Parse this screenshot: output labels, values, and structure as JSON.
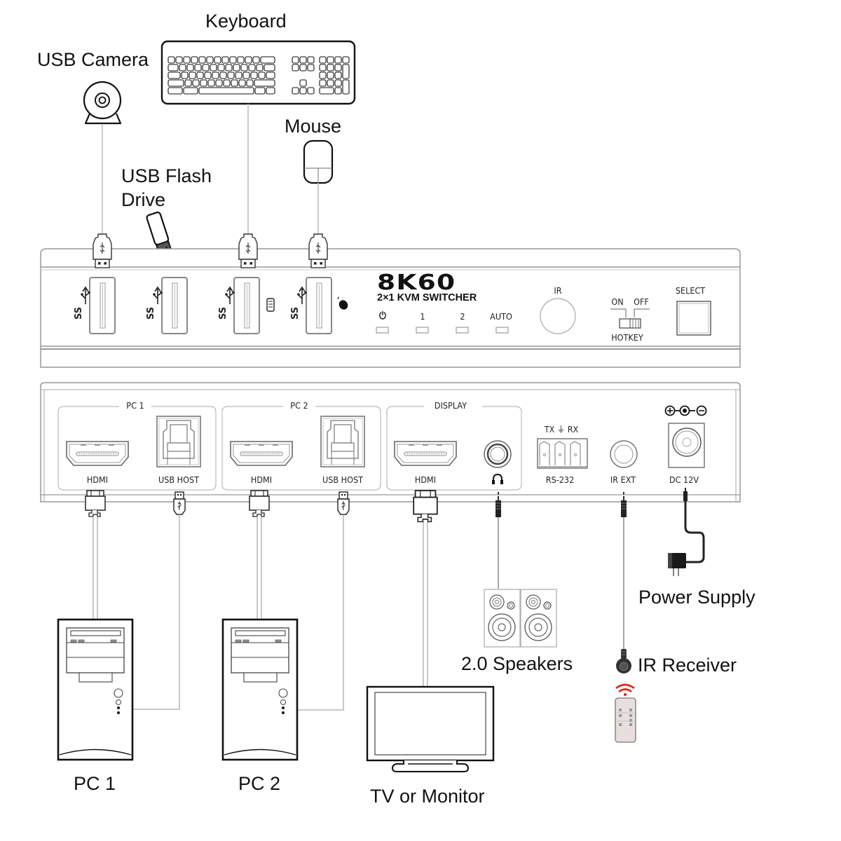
{
  "title": "8K60 2x1 KVM Switcher Connection Diagram",
  "peripherals": {
    "usb_camera": "USB Camera",
    "keyboard": "Keyboard",
    "mouse": "Mouse",
    "usb_flash_drive_line1": "USB Flash",
    "usb_flash_drive_line2": "Drive"
  },
  "front_panel": {
    "brand": "8K60",
    "model": "2×1 KVM SWITCHER",
    "leds": [
      {
        "label": "⏻",
        "name": "power"
      },
      {
        "label": "1",
        "name": "pc1"
      },
      {
        "label": "2",
        "name": "pc2"
      },
      {
        "label": "AUTO",
        "name": "auto"
      }
    ],
    "ir_label": "IR",
    "hotkey": {
      "on": "ON",
      "off": "OFF",
      "label": "HOTKEY",
      "state": "OFF"
    },
    "select_label": "SELECT",
    "usb_port_count": 4
  },
  "rear_panel": {
    "groups": {
      "pc1": "PC 1",
      "pc2": "PC 2",
      "display": "DISPLAY"
    },
    "ports": {
      "pc1_hdmi": "HDMI",
      "pc1_usb_host": "USB HOST",
      "pc2_hdmi": "HDMI",
      "pc2_usb_host": "USB HOST",
      "display_hdmi": "HDMI",
      "audio": "🎧",
      "rs232_pins": "TX ⏚ RX",
      "rs232": "RS-232",
      "ir_ext": "IR EXT",
      "dc": "DC 12V",
      "polarity": "⊕‒●‒⊖"
    }
  },
  "devices": {
    "pc1": "PC 1",
    "pc2": "PC 2",
    "monitor": "TV or Monitor",
    "speakers": "2.0 Speakers",
    "ir_receiver": "IR Receiver",
    "power_supply": "Power Supply"
  },
  "colors": {
    "line": "#111111",
    "cable": "#9a9a9a",
    "chassis": "#8a8a8a",
    "ir_signal": "#e02020",
    "remote_fill": "#e9dede"
  }
}
